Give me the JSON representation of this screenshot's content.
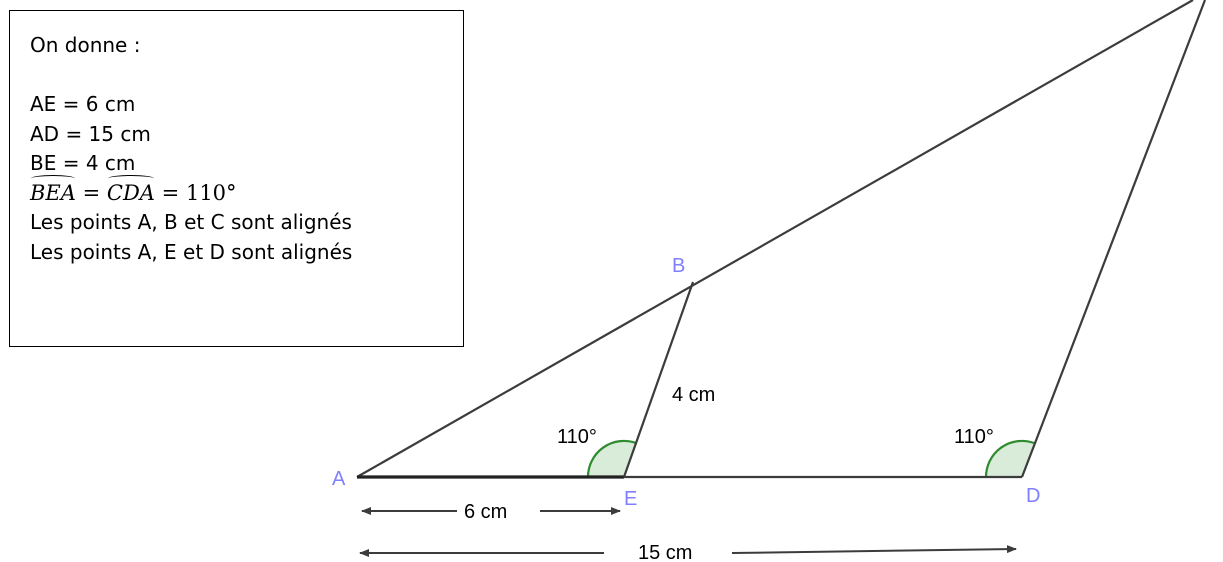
{
  "info": {
    "intro": "On donne :",
    "ae": "AE = 6 cm",
    "ad": "AD = 15 cm",
    "be": "BE = 4 cm",
    "angle_left": "BEA",
    "angle_right": "CDA",
    "angle_value": "110°",
    "aligned_abc": "Les points A, B et C sont alignés",
    "aligned_aed": "Les points A, E et D sont alignés"
  },
  "figure": {
    "points": {
      "a": "A",
      "b": "B",
      "d": "D",
      "e": "E"
    },
    "labels": {
      "be_length": "4 cm",
      "angle_e": "110°",
      "angle_d": "110°",
      "ae_length": "6 cm",
      "ad_length": "15 cm"
    }
  },
  "colors": {
    "point_label": "#7f7fff",
    "segment": "#3c3c3c",
    "angle_stroke": "#2e8b2e",
    "angle_fill": "#d9ecd9",
    "text": "#000000"
  }
}
